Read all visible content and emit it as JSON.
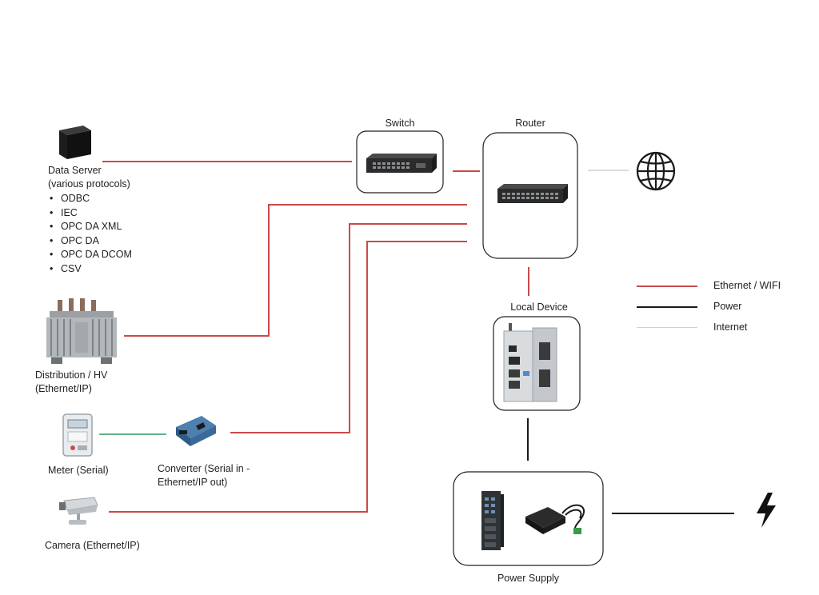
{
  "colors": {
    "ethernet": "#c94a4a",
    "power": "#1a1a1a",
    "internet": "#d0d0d0",
    "serial": "#2e9a5c"
  },
  "nodes": {
    "switch": "Switch",
    "router": "Router",
    "local_device": "Local Device",
    "power_supply": "Power Supply",
    "data_server": [
      "Data Server",
      "(various protocols)"
    ],
    "distribution": [
      "Distribution / HV",
      "(Ethernet/IP)"
    ],
    "meter": "Meter (Serial)",
    "converter": [
      "Converter (Serial in -",
      "Ethernet/IP out)"
    ],
    "camera": "Camera (Ethernet/IP)"
  },
  "protocols": [
    "ODBC",
    "IEC",
    "OPC DA XML",
    "OPC DA",
    "OPC DA DCOM",
    "CSV"
  ],
  "legend": [
    {
      "label": "Ethernet / WIFI",
      "color": "#c94a4a"
    },
    {
      "label": "Power",
      "color": "#1a1a1a"
    },
    {
      "label": "Internet",
      "color": "#d0d0d0"
    }
  ],
  "icons": [
    "server-icon",
    "transformer-icon",
    "meter-icon",
    "converter-icon",
    "camera-icon",
    "switch-icon",
    "router-icon",
    "local-device-icon",
    "power-module-icon",
    "power-adapter-icon",
    "globe-icon",
    "lightning-icon"
  ]
}
